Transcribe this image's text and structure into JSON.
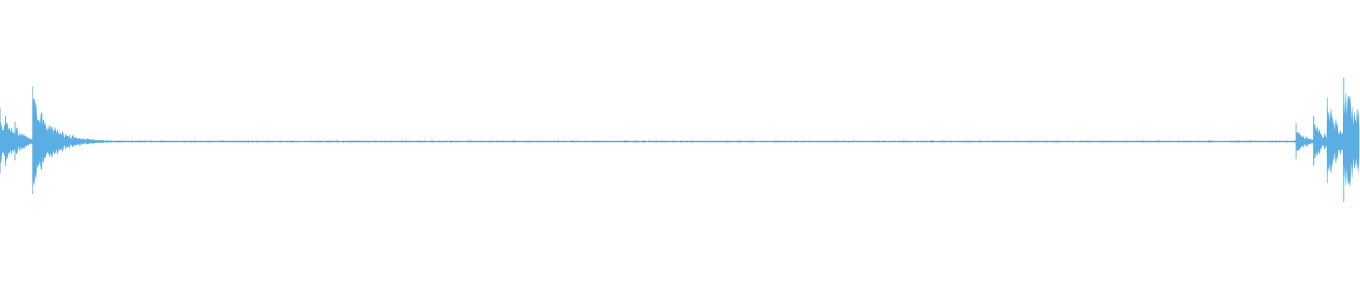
{
  "waveform": {
    "color": "#5aaee4",
    "background": "#ffffff",
    "baseline_amplitude": 0.005,
    "transients": [
      {
        "t": 0.0,
        "peak": 0.24,
        "decay": 0.01
      },
      {
        "t": 0.004,
        "peak": 0.18,
        "decay": 0.008
      },
      {
        "t": 0.011,
        "peak": 0.14,
        "decay": 0.007
      },
      {
        "t": 0.024,
        "peak": 0.39,
        "decay": 0.014
      },
      {
        "t": 0.031,
        "peak": 0.06,
        "decay": 0.006
      },
      {
        "t": 0.953,
        "peak": 0.13,
        "decay": 0.006
      },
      {
        "t": 0.966,
        "peak": 0.18,
        "decay": 0.008
      },
      {
        "t": 0.976,
        "peak": 0.31,
        "decay": 0.01
      },
      {
        "t": 0.988,
        "peak": 0.45,
        "decay": 0.02
      }
    ]
  }
}
